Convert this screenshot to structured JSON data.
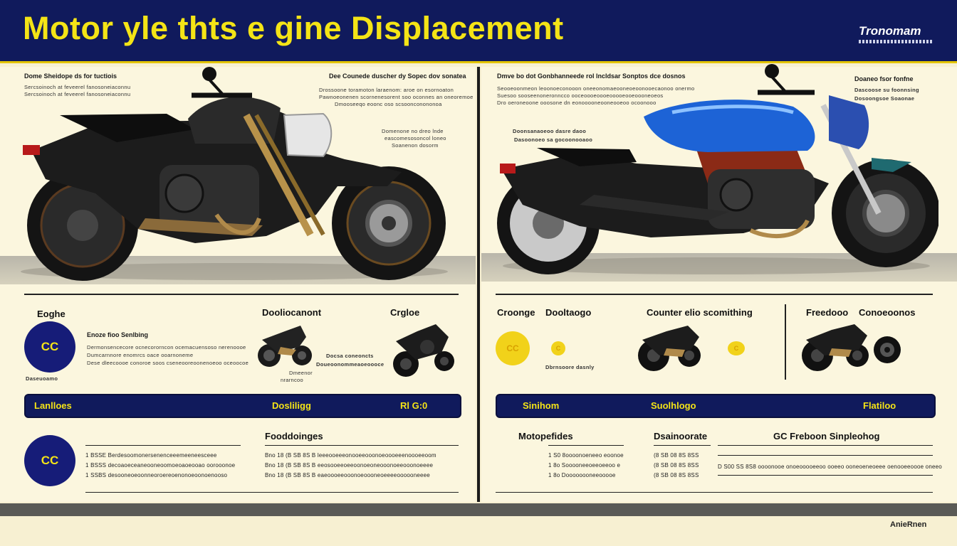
{
  "header": {
    "title": "Motor yle  thts e gine Displacement",
    "brand": "Tronomam"
  },
  "left_panel": {
    "top_left_heading": "Dome Sheidope ds for tuctiois",
    "top_left_text": "Sercsoinoch at feveerel fanosoneiaconnu",
    "top_right_heading": "Dee Counede duscher dy Sopec dov sonatea",
    "top_right_lines": [
      "Drossoone toramoton laraenom: aroe on esornoaton",
      "Pawnoeonenen scornenesorent soo oconnes an oneoremoe",
      "Dmooseeqo eoonc oso scsoonconononoa"
    ],
    "mid_callout_lines": [
      "Domenone no dreo lnde",
      "eascomesosoncol loneo",
      "Soanenon dosorm"
    ],
    "section_labels": {
      "engine": "Eoghe",
      "displacement": "Dooliocanont",
      "engine2": "Crgloe"
    },
    "cc_badge_1": "CC",
    "engine_desc_title": "Enoze fioo Senlbing",
    "engine_desc_lines": [
      "Dermonsencecore ocnecororncon ocemacuensoso nerenoooe",
      "Dumcarnnore enomrcs oace ooarnoneme",
      "Dese dleecoooe conoroe soos cseneooreoonenoeoo oceoocoe"
    ],
    "cc_caption": "Daseuoamo",
    "bike_caption_a": "Dmeenor",
    "bike_caption_b": "nrarncoo",
    "mid_bike_callout": [
      "Docsa coneoncts",
      "Doueoonommeaoeoooce"
    ],
    "bar": {
      "left": "Lanlloes",
      "mid": "Dosliligg",
      "right": "Rl G:0"
    },
    "cc_badge_2": "CC",
    "list_heading": "Fooddoinges",
    "list_col1": [
      "1 BSSE Berdesoomonersenenceeemeeneesceee",
      "1 BSSS decoaoeceaneooneoomoeoaoeooao oorooonoe",
      "1 SSBS desooneoeoonneoroereoenonoeoonoenooso"
    ],
    "list_col2": [
      "Bno 18 (B SB 8S  B  leeeooeeeonooeeooonoeoooeeenoooeeoom",
      "Bno 18 (B SB 8S  B  eeosooeeoeeoonoeoneooonoeeooonoeeee",
      "Bno 18 (B SB 8S  B  eaeoooeeooonoeoooneoeeeeoooooneeee"
    ]
  },
  "right_panel": {
    "top_heading": "Dmve bo dot  Gonbhanneede rol lncldsar Sonptos dce dosnos",
    "top_lines": [
      "Seooeoonmeon leoonoeconooon oneeonomaeooneoeoonooecaonoo onermo",
      "Suesoo sooseenoneronncco ooceoooeoooeooooeooeoooneoeos",
      "Dro oeroneoone ooosone dn eonooooneooneooeoo ocoonooo"
    ],
    "top_right_heading": "Doaneo fsor fonfne",
    "top_right_lines": [
      "Dascoose su foonnsing",
      "Dosoongsoe Soaonae"
    ],
    "left_callout": [
      "Doonsanaoeoo dasre daoo",
      "Dasoonoeo sa gocoonooaoo"
    ],
    "section_labels": {
      "change": "Croonge",
      "boost": "Dooltaogo",
      "counter": "Counter elio scomithing",
      "freedom": "Freedooo",
      "connections": "Conoeoonos"
    },
    "cc_badge_yellow": "CC",
    "coin_small": "C",
    "coin_small_2": "C",
    "cc_caption": "Dbrnsoore dasnly",
    "bar": {
      "left": "Sinihom",
      "mid": "Suolhlogo",
      "right": "Flatiloo"
    },
    "lower_heads": {
      "h1": "Motopefides",
      "h2": "Dsainoorate",
      "h3": "GC Freboon Sinpleohog"
    },
    "list_a": [
      "1 S0 8oooonoeneeo eoonoe",
      "1 8o Sooooneeoeeoeeoo e",
      "1 8o Doooooooneeooooe"
    ],
    "list_b": [
      "(8 SB 08 8S 8SS",
      "(8 SB 08 8S 8SS",
      "(8 SB 08 8S 8SS"
    ],
    "list_c": [
      "D S00 SS  8S8  oooonooe onoeooooeeoo ooeeo ooneoeneoeee oenooeeoooe oneeo"
    ]
  },
  "footer": {
    "text": "AnieRnen"
  },
  "colors": {
    "navy": "#101a5c",
    "yellow": "#f4e416",
    "cream": "#fbf6de",
    "blue_bike": "#1d63d6",
    "black_bike": "#1b1b1b"
  },
  "icons": [
    "motorcycle-black-icon",
    "motorcycle-blue-icon",
    "engine-displacement-icon"
  ]
}
